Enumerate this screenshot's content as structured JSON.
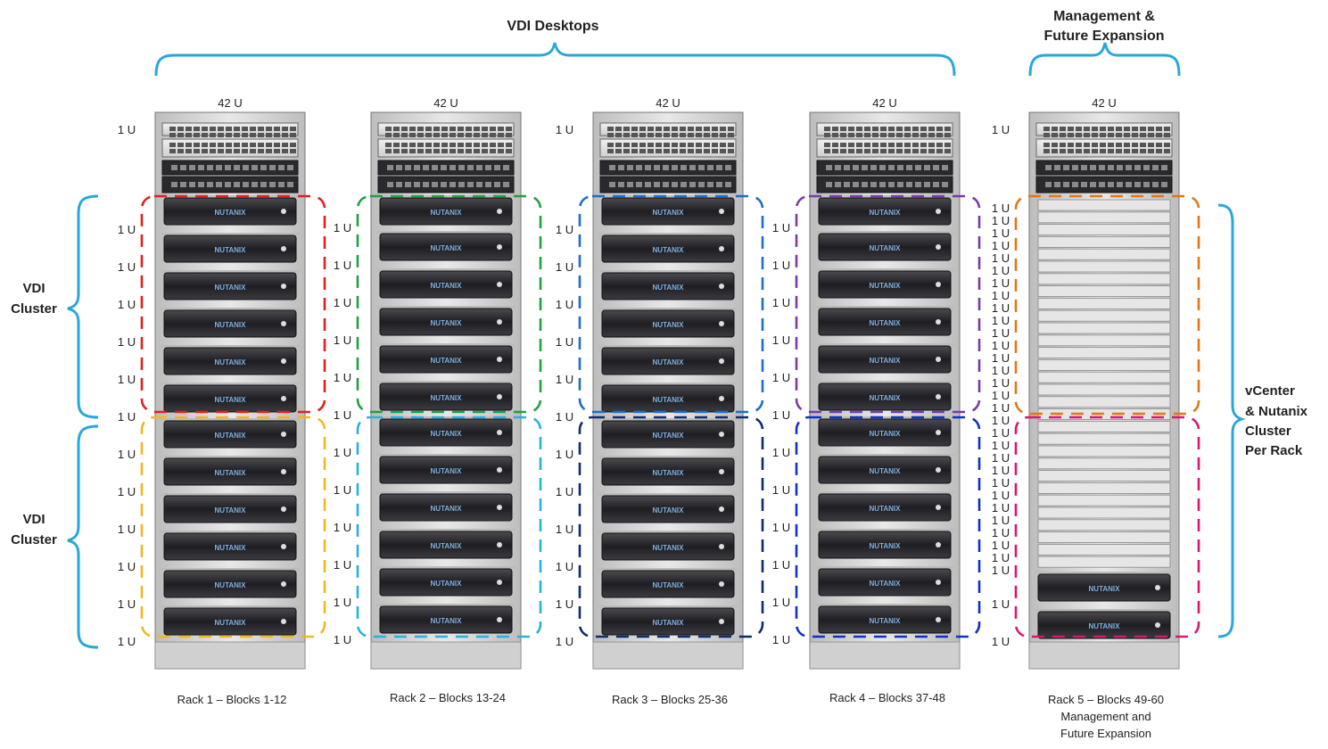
{
  "headers": {
    "vdi_desktops": "VDI Desktops",
    "management_line1": "Management &",
    "management_line2": "Future Expansion"
  },
  "left_labels": {
    "cluster_top_line1": "VDI",
    "cluster_top_line2": "Cluster",
    "cluster_bottom_line1": "VDI",
    "cluster_bottom_line2": "Cluster"
  },
  "right_label": {
    "line1": "vCenter",
    "line2": "& Nutanix",
    "line3": "Cluster",
    "line4": "Per Rack"
  },
  "unit_label": "1 U",
  "rack_height_label": "42 U",
  "brand_label": "NUTANIX",
  "racks": [
    {
      "name": "Rack 1",
      "caption": "Rack 1 – Blocks 1-12",
      "top_color": "#e02020",
      "bottom_color": "#f0b820"
    },
    {
      "name": "Rack 2",
      "caption": "Rack 2 – Blocks 13-24",
      "top_color": "#20a040",
      "bottom_color": "#28b0e0"
    },
    {
      "name": "Rack 3",
      "caption": "Rack 3 – Blocks 25-36",
      "top_color": "#1e6ec8",
      "bottom_color": "#102a6a"
    },
    {
      "name": "Rack 4",
      "caption": "Rack 4 – Blocks 37-48",
      "top_color": "#7a3aa8",
      "bottom_color": "#1030c8"
    },
    {
      "name": "Rack 5",
      "caption_line1": "Rack 5 – Blocks 49-60",
      "caption_line2": "Management and",
      "caption_line3": "Future Expansion",
      "top_color": "#e07818",
      "bottom_color": "#d81870"
    }
  ],
  "colors": {
    "brace": "#29a6dc",
    "rack_frame": "#d8d8d8",
    "server_face": "#2a2a2e",
    "brand_text": "#7fb0e0"
  }
}
